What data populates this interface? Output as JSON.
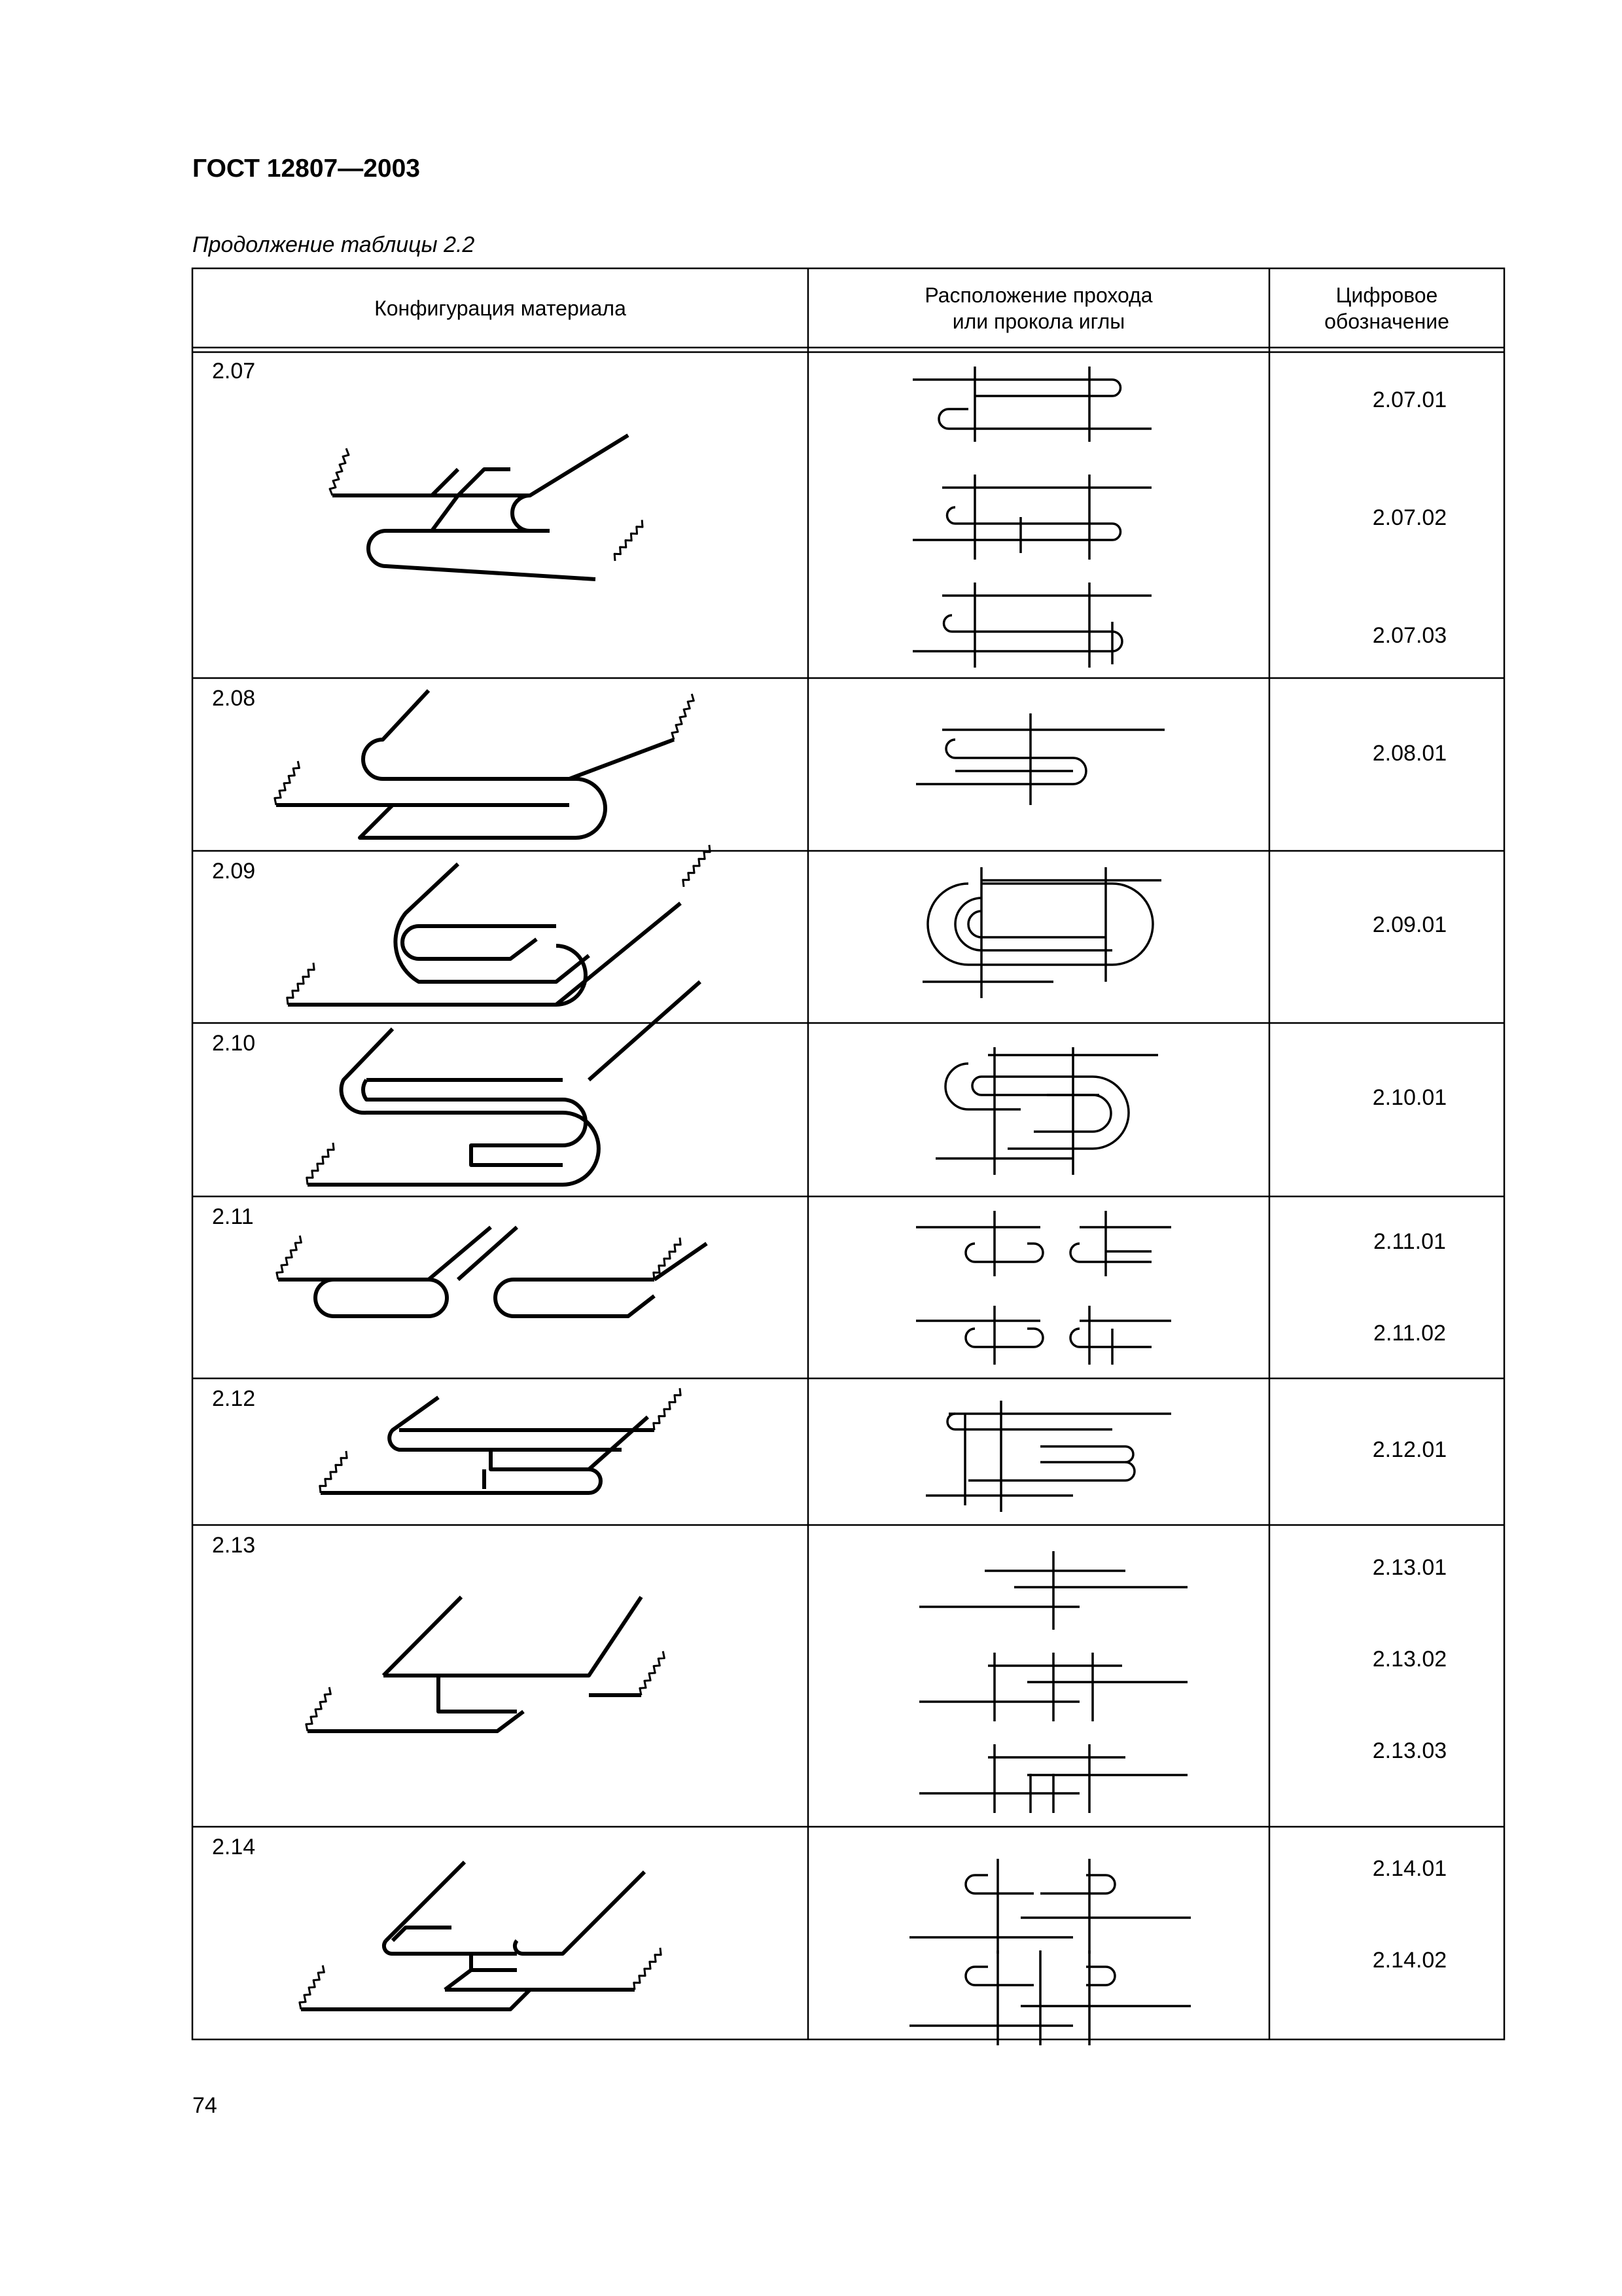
{
  "header": {
    "title": "ГОСТ 12807—2003"
  },
  "table": {
    "caption": "Продолжение таблицы 2.2",
    "columns": [
      "Конфигурация материала",
      "Расположение прохода\nили прокола иглы",
      "Цифровое\nобозначение"
    ],
    "rows": [
      {
        "label": "2.07",
        "codes": [
          "2.07.01",
          "2.07.02",
          "2.07.03"
        ]
      },
      {
        "label": "2.08",
        "codes": [
          "2.08.01"
        ]
      },
      {
        "label": "2.09",
        "codes": [
          "2.09.01"
        ]
      },
      {
        "label": "2.10",
        "codes": [
          "2.10.01"
        ]
      },
      {
        "label": "2.11",
        "codes": [
          "2.11.01",
          "2.11.02"
        ]
      },
      {
        "label": "2.12",
        "codes": [
          "2.12.01"
        ]
      },
      {
        "label": "2.13",
        "codes": [
          "2.13.01",
          "2.13.02",
          "2.13.03"
        ]
      },
      {
        "label": "2.14",
        "codes": [
          "2.14.01",
          "2.14.02"
        ]
      }
    ]
  },
  "footer": {
    "page_number": "74"
  }
}
